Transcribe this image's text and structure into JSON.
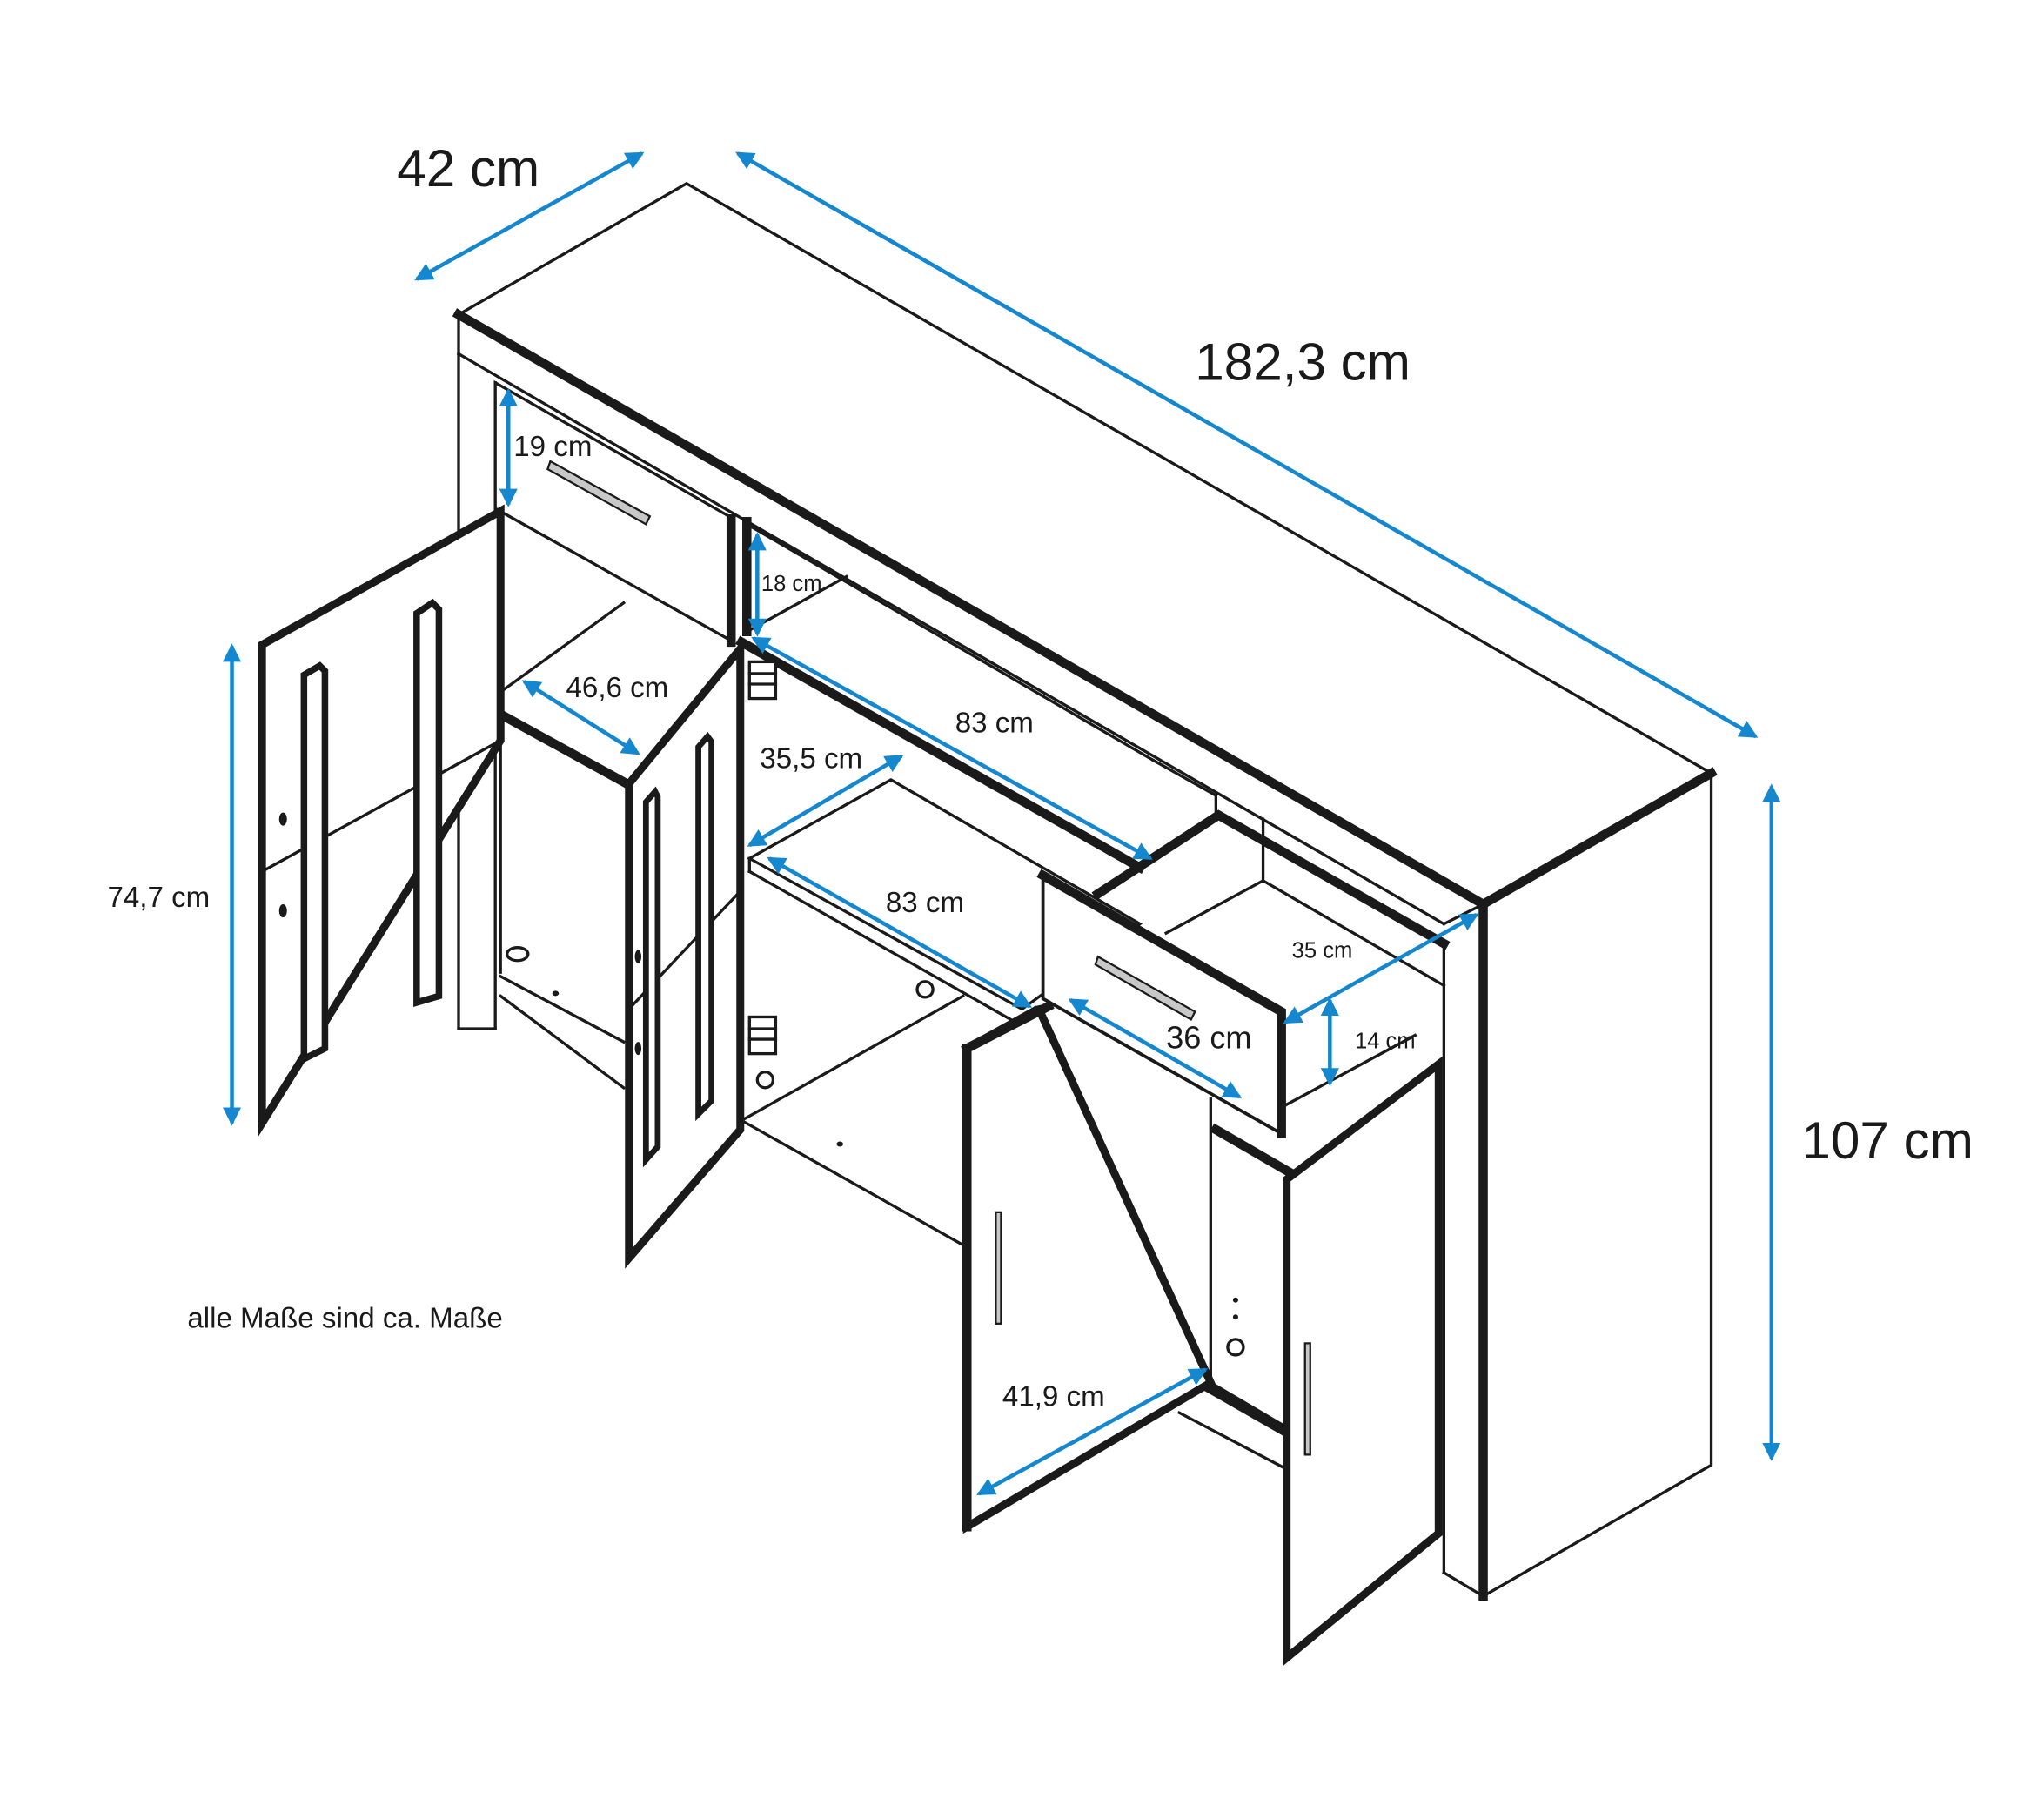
{
  "diagram": {
    "subject": "Sideboard with 4 doors and 2 drawers, dimension drawing",
    "accent_color": "#1487cf",
    "line_color": "#1a1a1a",
    "background": "#ffffff"
  },
  "dimensions": {
    "depth": "42 cm",
    "width": "182,3 cm",
    "height": "107 cm",
    "drawer_left_height": "19 cm",
    "drawer_right_opening_height": "18 cm",
    "left_compartment_depth": "46,6 cm",
    "middle_upper_shelf_width": "83 cm",
    "middle_shelf_depth": "35,5 cm",
    "middle_lower_shelf_width": "83 cm",
    "door_height": "74,7 cm",
    "drawer_depth": "35 cm",
    "drawer_width": "36 cm",
    "drawer_height": "14 cm",
    "right_compartment_depth": "41,9 cm"
  },
  "note": "alle Maße sind ca. Maße"
}
